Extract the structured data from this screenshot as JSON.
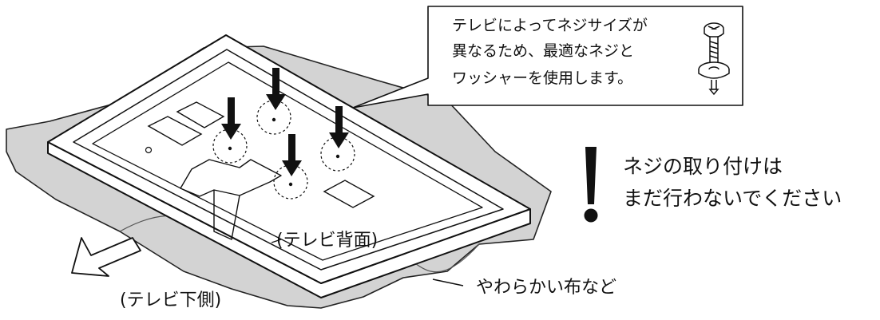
{
  "callout": {
    "lines": [
      "テレビによってネジサイズが",
      "異なるため、最適なネジと",
      "ワッシャーを使用します。"
    ]
  },
  "warning": {
    "lines": [
      "ネジの取り付けは",
      "まだ行わないでください"
    ]
  },
  "labels": {
    "tv_back": "(テレビ背面)",
    "tv_bottom": "(テレビ下側)",
    "soft_cloth": "やわらかい布など"
  }
}
